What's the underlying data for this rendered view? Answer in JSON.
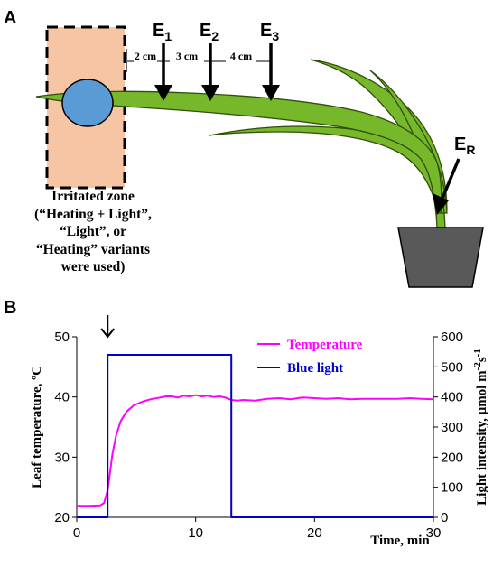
{
  "panel_a": {
    "label": "A",
    "distances": [
      "2 cm",
      "3 cm",
      "4 cm"
    ],
    "electrodes": [
      {
        "base": "E",
        "sub": "1"
      },
      {
        "base": "E",
        "sub": "2"
      },
      {
        "base": "E",
        "sub": "3"
      },
      {
        "base": "E",
        "sub": "R"
      }
    ],
    "zone_caption": [
      "Irritated zone",
      "(“Heating + Light”,",
      "“Light”, or",
      "“Heating” variants",
      "were used)"
    ],
    "colors": {
      "zone_fill": "#f6c5a3",
      "spot_fill": "#5b9bd5",
      "leaf_fill": "#76b82a",
      "leaf_stroke": "#2f4f0a",
      "pot_fill": "#595959"
    }
  },
  "panel_b": {
    "label": "B",
    "stimulus_marker": "arrow-down-icon"
  },
  "chart_data": {
    "type": "line",
    "xlabel": "Time, min",
    "ylabel_left": "Leaf temperature, ºC",
    "ylabel_right_base": "Light intensity, µmol m",
    "ylabel_right_sup": "-2",
    "ylabel_right_mid": "s",
    "ylabel_right_sup2": "-1",
    "xlim": [
      0,
      30
    ],
    "ylim_left": [
      20,
      50
    ],
    "ylim_right": [
      0,
      600
    ],
    "x_ticks": [
      "0",
      "10",
      "20",
      "30"
    ],
    "y_ticks_left": [
      "20",
      "30",
      "40",
      "50"
    ],
    "y_ticks_right": [
      "0",
      "100",
      "200",
      "300",
      "400",
      "500",
      "600"
    ],
    "grid": false,
    "legend_position": "top-right",
    "series": [
      {
        "name": "Temperature",
        "axis": "left",
        "color": "#ff00ff",
        "x": [
          0,
          1,
          2,
          2.3,
          2.6,
          2.8,
          3.0,
          3.3,
          3.7,
          4.2,
          4.8,
          5.5,
          6.2,
          7,
          7.5,
          8,
          8.5,
          9,
          9.5,
          10,
          10.5,
          11,
          11.5,
          12,
          12.5,
          13,
          13.5,
          14,
          15,
          16,
          17,
          18,
          19,
          20,
          21,
          22,
          23,
          24,
          25,
          26,
          27,
          28,
          29,
          30
        ],
        "y": [
          21.9,
          21.9,
          22.0,
          22.4,
          24.5,
          27.5,
          30.5,
          33.5,
          36,
          37.6,
          38.6,
          39.2,
          39.6,
          39.9,
          40.1,
          40.1,
          39.9,
          40.2,
          40.1,
          40.3,
          40.1,
          40.2,
          40.0,
          40.1,
          39.9,
          39.5,
          39.4,
          39.5,
          39.4,
          39.7,
          39.8,
          39.6,
          39.9,
          39.8,
          39.7,
          39.8,
          39.6,
          39.7,
          39.7,
          39.7,
          39.7,
          39.8,
          39.7,
          39.6
        ]
      },
      {
        "name": "Blue light",
        "axis": "right",
        "color": "#0000cc",
        "x": [
          0,
          2.6,
          2.6,
          13,
          13,
          30
        ],
        "y": [
          0,
          0,
          540,
          540,
          0,
          0
        ]
      }
    ]
  }
}
